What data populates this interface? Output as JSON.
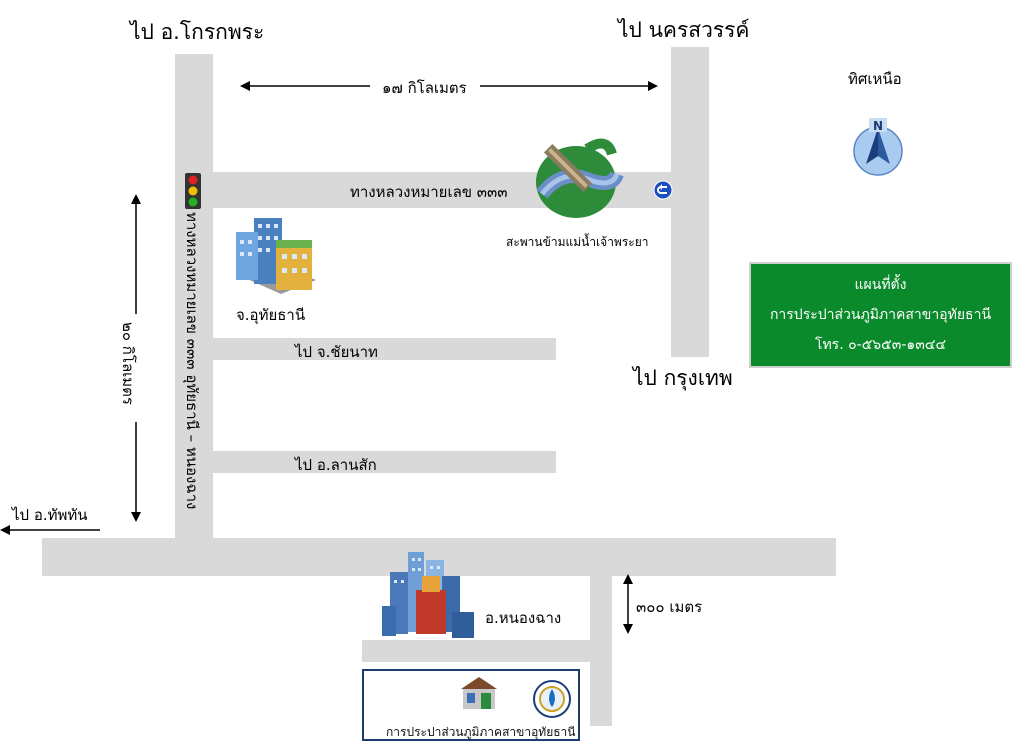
{
  "directions": {
    "to_khok_phra": "ไป อ.โกรกพระ",
    "to_nakhon_sawan": "ไป นครสวรรค์",
    "to_bangkok": "ไป กรุงเทพ",
    "to_thap_than": "ไป อ.ทัพทัน",
    "to_chai_nat": "ไป จ.ชัยนาท",
    "to_lan_sak": "ไป อ.ลานสัก"
  },
  "distances": {
    "top": "๑๗ กิโลเมตร",
    "left": "๒๐ กิโลเมตร",
    "office": "๓๐๐ เมตร"
  },
  "roads": {
    "highway_333": "ทางหลวงหมายเลข ๓๓๓",
    "vertical_road": "ทางหลวงหมายเลข ๓๓๓ อุทัยธานี – หนองฉาง"
  },
  "places": {
    "bridge": "สะพานข้ามแม่น้ำเจ้าพระยา",
    "uthai_thani": "จ.อุทัยธานี",
    "nong_chang": "อ.หนองฉาง",
    "office": "การประปาส่วนภูมิภาคสาขาอุทัยธานี"
  },
  "north_label": "ทิศเหนือ",
  "compass_letter": "N",
  "sign": {
    "title": "แผนที่ตั้ง",
    "name": "การประปาส่วนภูมิภาคสาขาอุทัยธานี",
    "phone": "โทร. ๐-๕๖๕๓-๑๓๔๔"
  },
  "colors": {
    "road": "#d9d9d9",
    "sign_green": "#0a8a2a",
    "office_border": "#1c3e6e"
  }
}
